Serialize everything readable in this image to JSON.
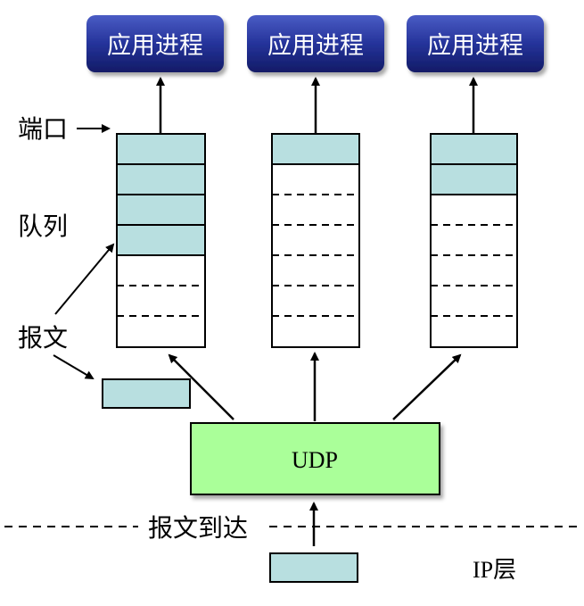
{
  "processes": [
    {
      "label": "应用进程"
    },
    {
      "label": "应用进程"
    },
    {
      "label": "应用进程"
    }
  ],
  "labels": {
    "port": "端口",
    "queue": "队列",
    "message": "报文",
    "message_arrival": "报文到达",
    "ip_layer": "IP层"
  },
  "udp": {
    "label": "UDP"
  },
  "queues": [
    {
      "filled_slots": 4,
      "total_slots": 7
    },
    {
      "filled_slots": 1,
      "total_slots": 7
    },
    {
      "filled_slots": 2,
      "total_slots": 7
    }
  ],
  "colors": {
    "process_fill_top": "#3a4bb0",
    "process_fill_bottom": "#141e6e",
    "queue_filled": "#b8dfe0",
    "udp_fill": "#aaff99",
    "stroke": "#000000"
  }
}
